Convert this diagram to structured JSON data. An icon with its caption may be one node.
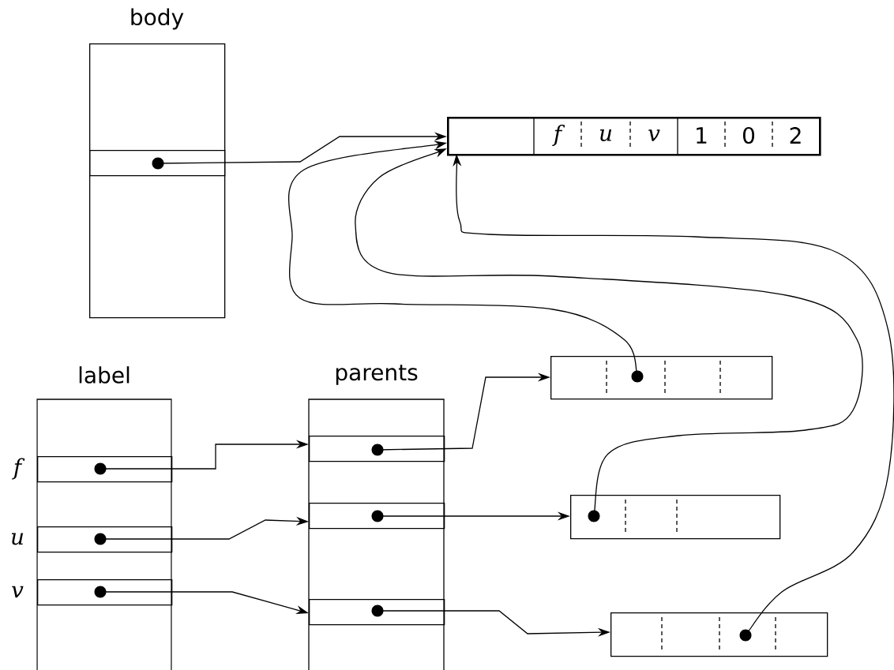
{
  "diagram": {
    "nodes": [
      {
        "text": [
          "body"
        ]
      },
      {
        "text": [],
        "shape": "box",
        "in": 0
      },
      {
        "text": [
          "f",
          "u",
          "v",
          "1",
          "0",
          "2"
        ]
      },
      {
        "text": [
          "label"
        ]
      },
      {
        "text": [],
        "shape": "box",
        "in": 3,
        "beside": [
          "f"
        ]
      },
      {
        "text": [],
        "shape": "box",
        "in": 3,
        "beside": [
          "u"
        ]
      },
      {
        "text": [],
        "shape": "box",
        "in": 3,
        "beside": [
          "v"
        ]
      },
      {
        "text": [
          "parents"
        ]
      },
      {
        "text": [],
        "shape": "box",
        "in": 7
      },
      {
        "text": [],
        "shape": "box",
        "in": 7
      },
      {
        "text": [],
        "shape": "box",
        "in": 7
      },
      {
        "text": [],
        "shape": "box"
      },
      {
        "text": [],
        "shape": "box"
      },
      {
        "text": [],
        "shape": "box"
      }
    ],
    "edges": [
      {
        "from": 1,
        "to": 2,
        "arrow": "to"
      },
      {
        "from": 4,
        "to": 8,
        "arrow": "to"
      },
      {
        "from": 5,
        "to": 9,
        "arrow": "to"
      },
      {
        "from": 6,
        "to": 10,
        "arrow": "to"
      },
      {
        "from": 8,
        "to": 11,
        "arrow": "to"
      },
      {
        "from": 9,
        "to": 12,
        "arrow": "to"
      },
      {
        "from": 10,
        "to": 13,
        "arrow": "to"
      },
      {
        "from": 11,
        "to": 2,
        "arrow": "to"
      },
      {
        "from": 12,
        "to": 2,
        "arrow": "to"
      },
      {
        "from": 13,
        "to": 2,
        "arrow": "to"
      }
    ]
  }
}
